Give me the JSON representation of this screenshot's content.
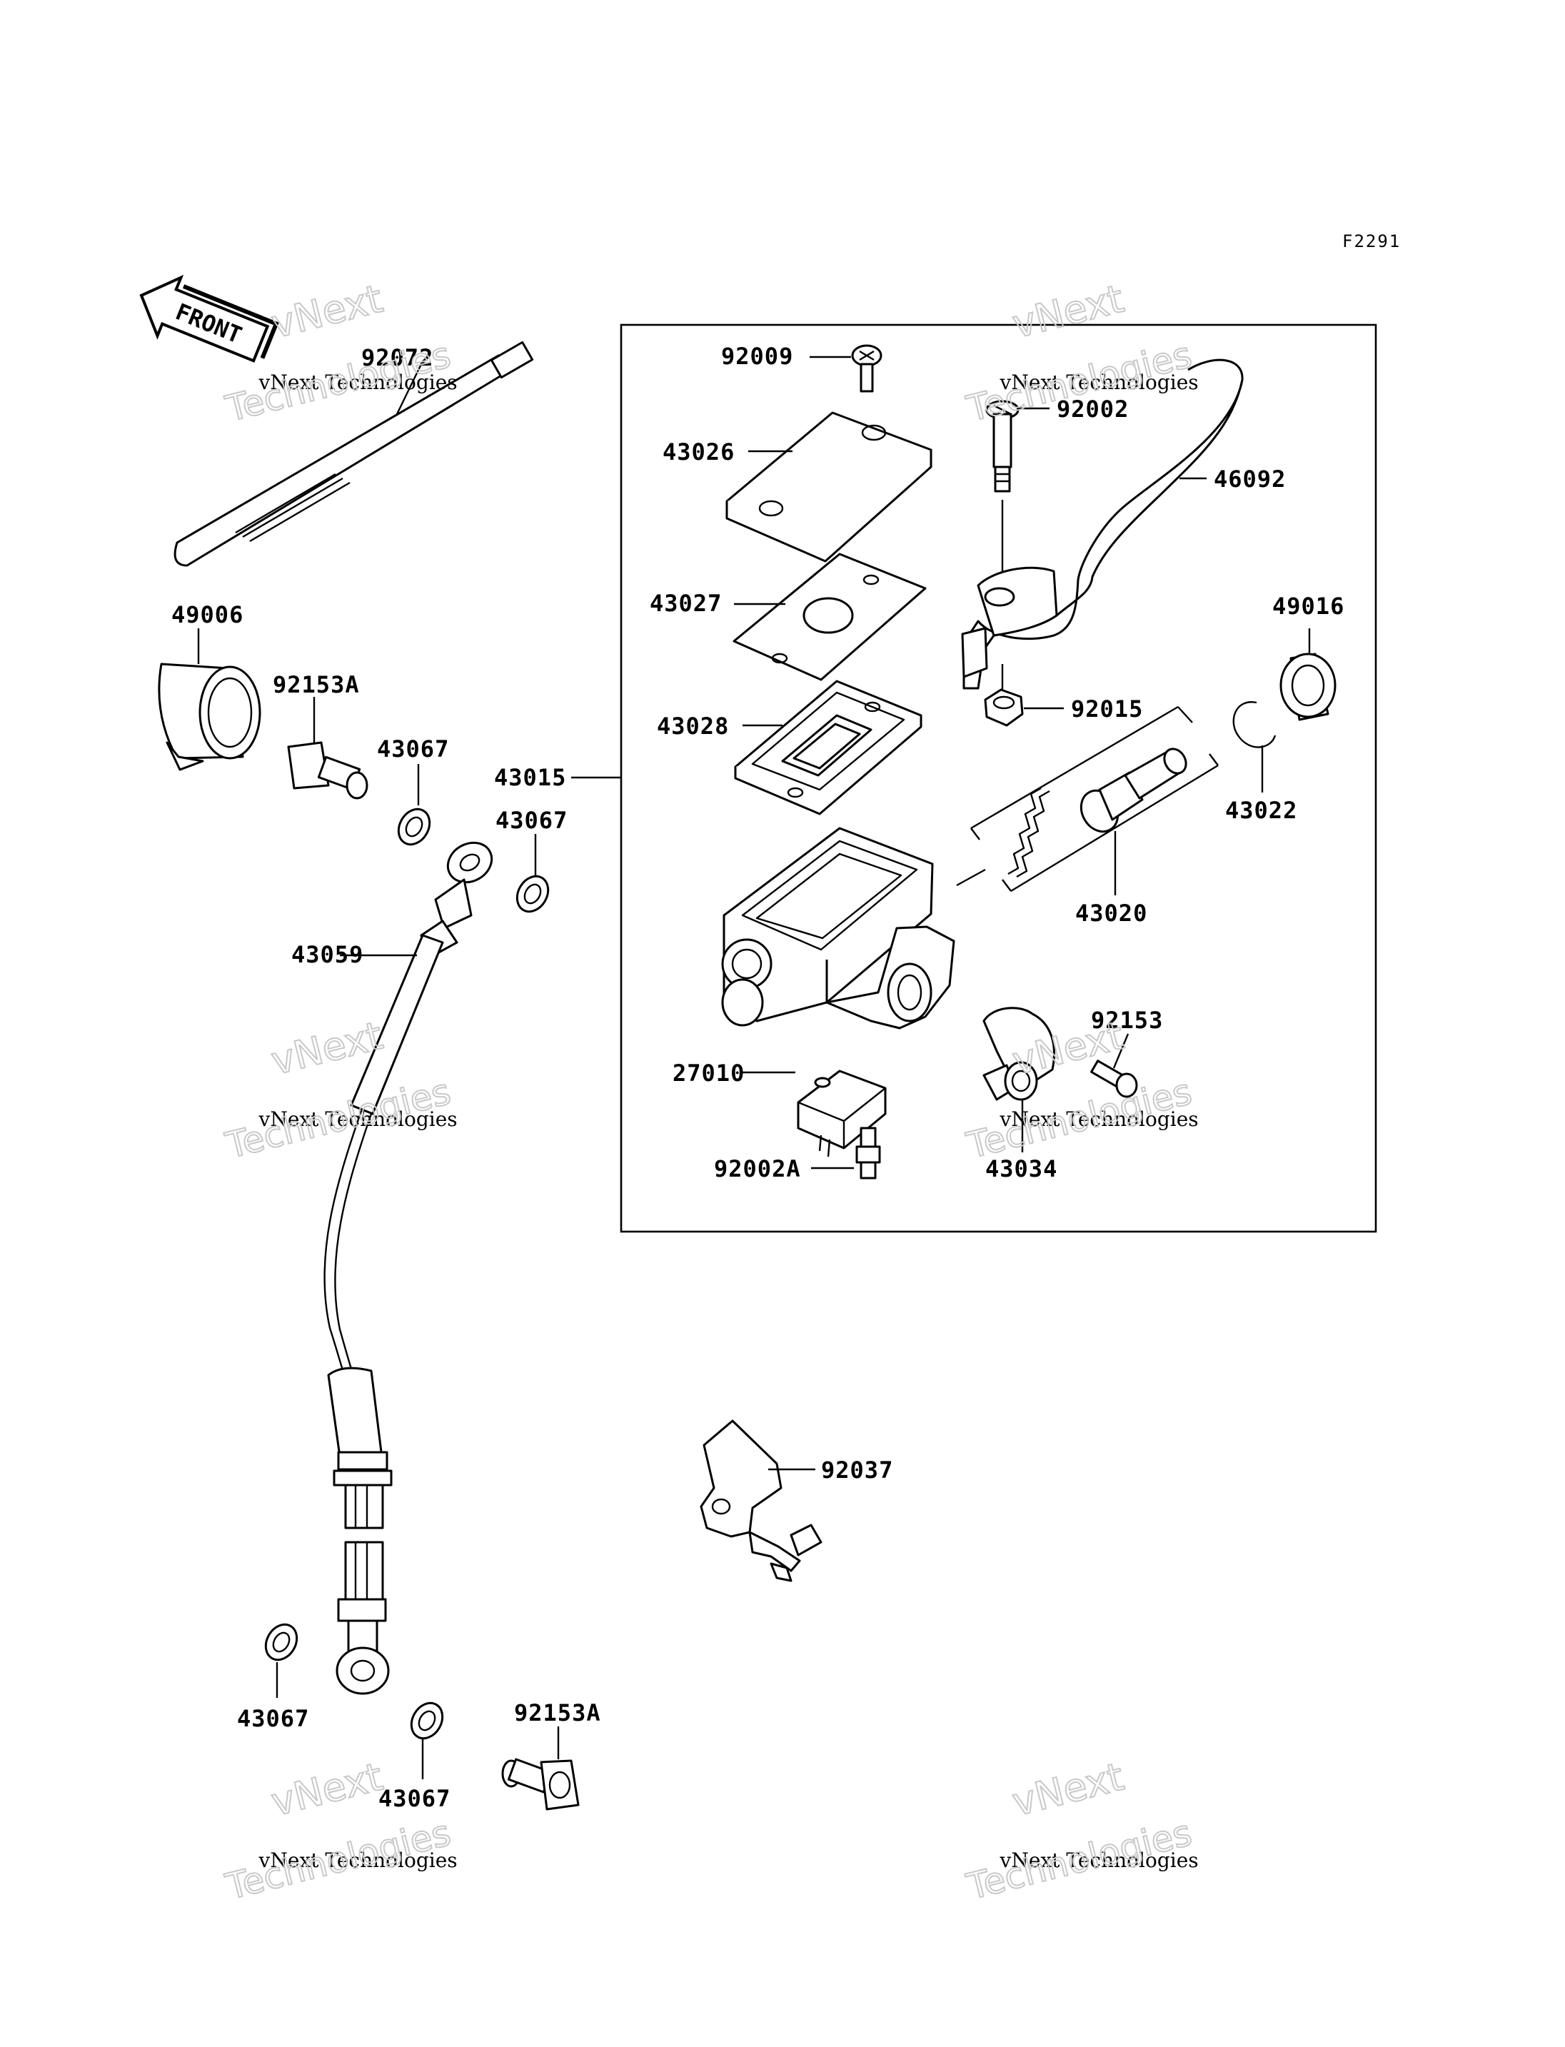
{
  "figure_code": "F2291",
  "front_arrow_label": "FRONT",
  "watermark": {
    "brand_top": "vNext",
    "brand_bottom": "Technologies",
    "caption": "vNext Technologies"
  },
  "part_numbers": {
    "p92072": "92072",
    "p49006": "49006",
    "p92153A_top": "92153A",
    "p43067_a": "43067",
    "p43067_b": "43067",
    "p43059": "43059",
    "p43015": "43015",
    "p92009": "92009",
    "p43026": "43026",
    "p43027": "43027",
    "p43028": "43028",
    "p92002": "92002",
    "p46092": "46092",
    "p92015": "92015",
    "p49016": "49016",
    "p43022": "43022",
    "p43020": "43020",
    "p27010": "27010",
    "p92153": "92153",
    "p43034": "43034",
    "p92002A": "92002A",
    "p92037": "92037",
    "p43067_c": "43067",
    "p43067_d": "43067",
    "p92153A_bottom": "92153A"
  }
}
